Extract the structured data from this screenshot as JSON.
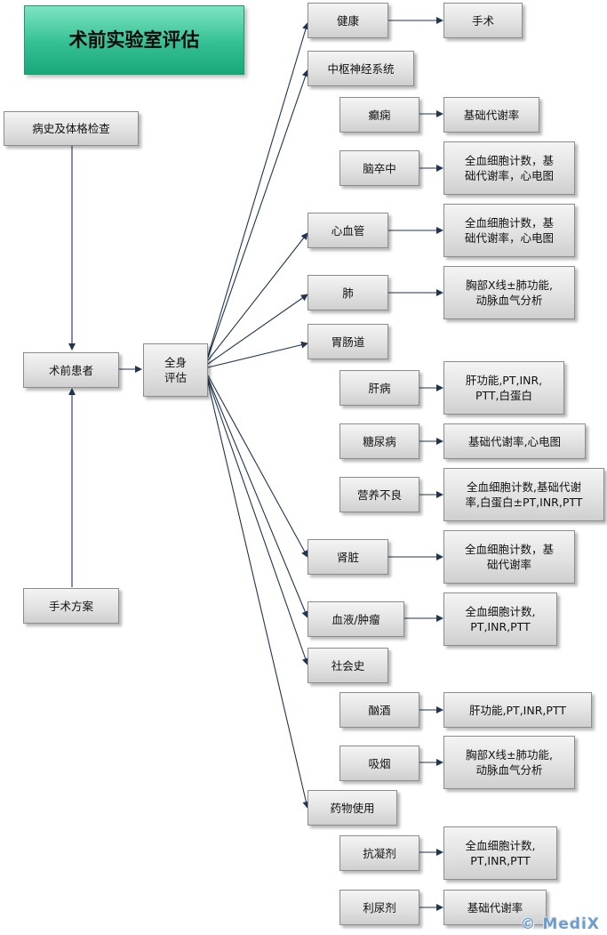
{
  "title": "术前实验室评估",
  "left": {
    "history": "病史及体格检查",
    "patient": "术前患者",
    "plan": "手术方案",
    "whole": "全身\n评估"
  },
  "categories": {
    "health": "健康",
    "cns": "中枢神经系统",
    "cardio": "心血管",
    "lung": "肺",
    "gi": "胃肠道",
    "kidney": "肾脏",
    "blood": "血液/肿瘤",
    "social": "社会史",
    "drug": "药物使用"
  },
  "sub": {
    "epilepsy": "癫痫",
    "stroke": "脑卒中",
    "liver": "肝病",
    "diabetes": "糖尿病",
    "malnutrition": "营养不良",
    "alcohol": "酗酒",
    "smoking": "吸烟",
    "anticoag": "抗凝剂",
    "diuretic": "利尿剂"
  },
  "tests": {
    "surgery": "手术",
    "epilepsy": "基础代谢率",
    "stroke": "全血细胞计数，基\n础代谢率，心电图",
    "cardio": "全血细胞计数，基\n础代谢率，心电图",
    "lung": "胸部X线±肺功能,\n动脉血气分析",
    "liver": "肝功能,PT,INR,\nPTT,白蛋白",
    "diabetes": "基础代谢率,心电图",
    "malnutrition": "全血细胞计数,基础代谢\n率,白蛋白±PT,INR,PTT",
    "kidney": "全血细胞计数，基\n础代谢率",
    "blood": "全血细胞计数,\nPT,INR,PTT",
    "alcohol": "肝功能,PT,INR,PTT",
    "smoking": "胸部X线±肺功能,\n动脉血气分析",
    "anticoag": "全血细胞计数,\nPT,INR,PTT",
    "diuretic": "基础代谢率"
  },
  "watermark": "© MediX",
  "colors": {
    "title_fill": "#34c094",
    "box_fill": "#e2e2e2",
    "edge": "#1f3550"
  }
}
